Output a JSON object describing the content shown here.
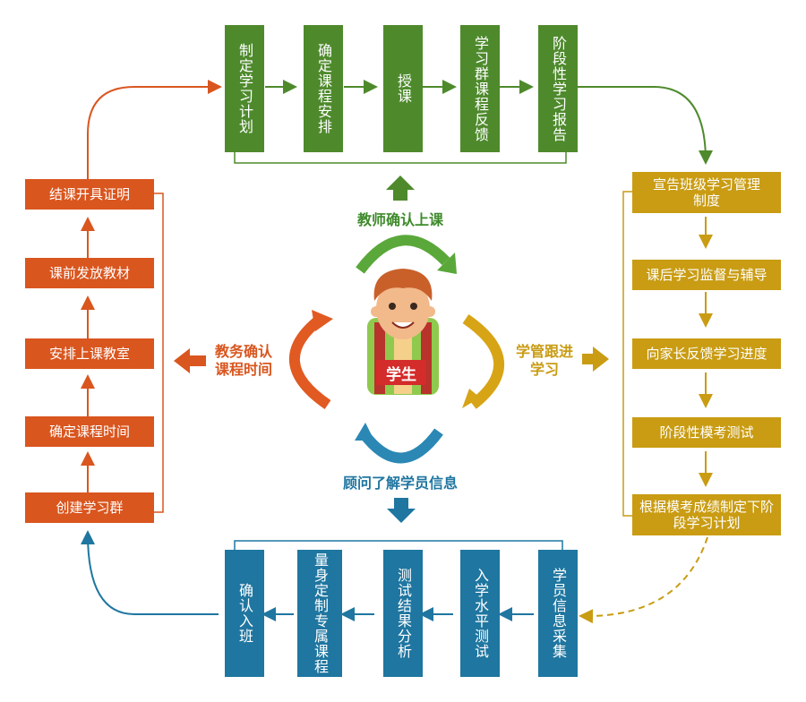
{
  "top_row": [
    "制定学习计划",
    "确定课程安排",
    "授课",
    "学习群课程反馈",
    "阶段性学习报告"
  ],
  "right_column": [
    "宣告班级学习管理制度",
    "课后学习监督与辅导",
    "向家长反馈学习进度",
    "阶段性模考测试",
    "根据模考成绩制定下阶段学习计划"
  ],
  "left_column": [
    "结课开具证明",
    "课前发放教材",
    "安排上课教室",
    "确定课程时间",
    "创建学习群"
  ],
  "bottom_row": [
    "确认入班",
    "量身定制专属课程",
    "测试结果分析",
    "入学水平测试",
    "学员信息采集"
  ],
  "center": {
    "student_label": "学生",
    "teacher_label": "教师确认上课",
    "academic_label": "教务确认课程时间",
    "manager_label": "学管跟进学习",
    "advisor_label": "顾问了解学员信息"
  },
  "colors": {
    "green": "#4e8a2c",
    "orange": "#d9561f",
    "gold": "#c99c13",
    "blue": "#1f76a0"
  }
}
